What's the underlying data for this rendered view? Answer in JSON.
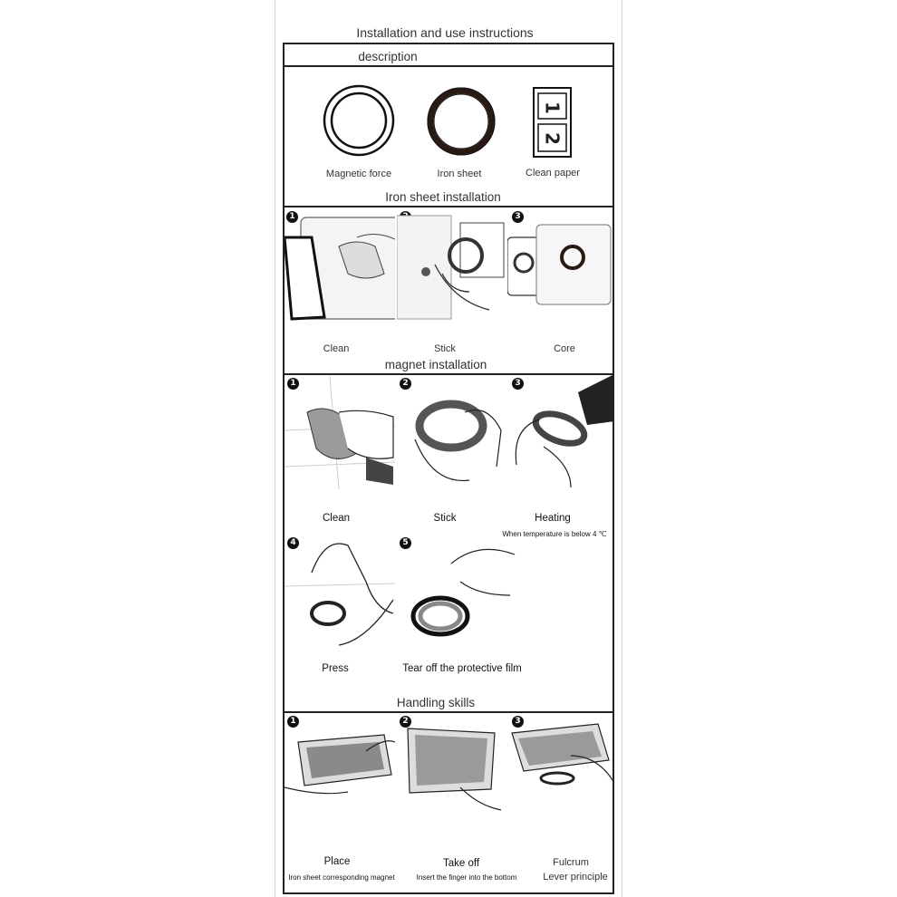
{
  "header": {
    "title": "Installation and use instructions"
  },
  "description": {
    "heading": "description",
    "items": [
      {
        "label": "Magnetic force",
        "icon": "white-ring-icon"
      },
      {
        "label": "Iron sheet",
        "icon": "dark-ring-icon"
      },
      {
        "label": "Clean paper",
        "icon": "numbered-paper-icon"
      }
    ],
    "paper_numbers": [
      "1",
      "2"
    ]
  },
  "iron_sheet": {
    "heading": "Iron sheet installation",
    "steps": [
      {
        "num": "1",
        "label": "Clean"
      },
      {
        "num": "2",
        "label": "Stick"
      },
      {
        "num": "3",
        "label": "Core"
      }
    ]
  },
  "magnet": {
    "heading": "magnet installation",
    "steps": [
      {
        "num": "1",
        "label": "Clean",
        "note": ""
      },
      {
        "num": "2",
        "label": "Stick",
        "note": ""
      },
      {
        "num": "3",
        "label": "Heating",
        "note": "When  temperature is below 4 ℃"
      },
      {
        "num": "4",
        "label": "Press",
        "note": ""
      },
      {
        "num": "5",
        "label": "Tear off the protective film",
        "note": ""
      }
    ]
  },
  "handling": {
    "heading": "Handling skills",
    "steps": [
      {
        "num": "1",
        "label": "Place",
        "note": "Iron sheet corresponding magnet"
      },
      {
        "num": "2",
        "label": "Take off",
        "note": "Insert the finger into the bottom"
      },
      {
        "num": "3",
        "label": "Fulcrum",
        "note": "Lever principle"
      }
    ]
  }
}
